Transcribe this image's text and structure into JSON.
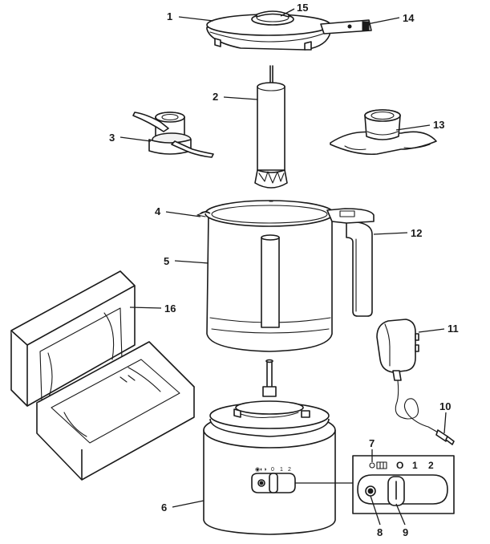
{
  "diagram": {
    "callouts": [
      "1",
      "2",
      "3",
      "4",
      "5",
      "6",
      "7",
      "8",
      "9",
      "10",
      "11",
      "12",
      "13",
      "14",
      "15",
      "16"
    ],
    "dial": {
      "small_labels": [
        "0",
        "1",
        "2"
      ],
      "inset_labels": [
        "O",
        "1",
        "2"
      ]
    }
  }
}
